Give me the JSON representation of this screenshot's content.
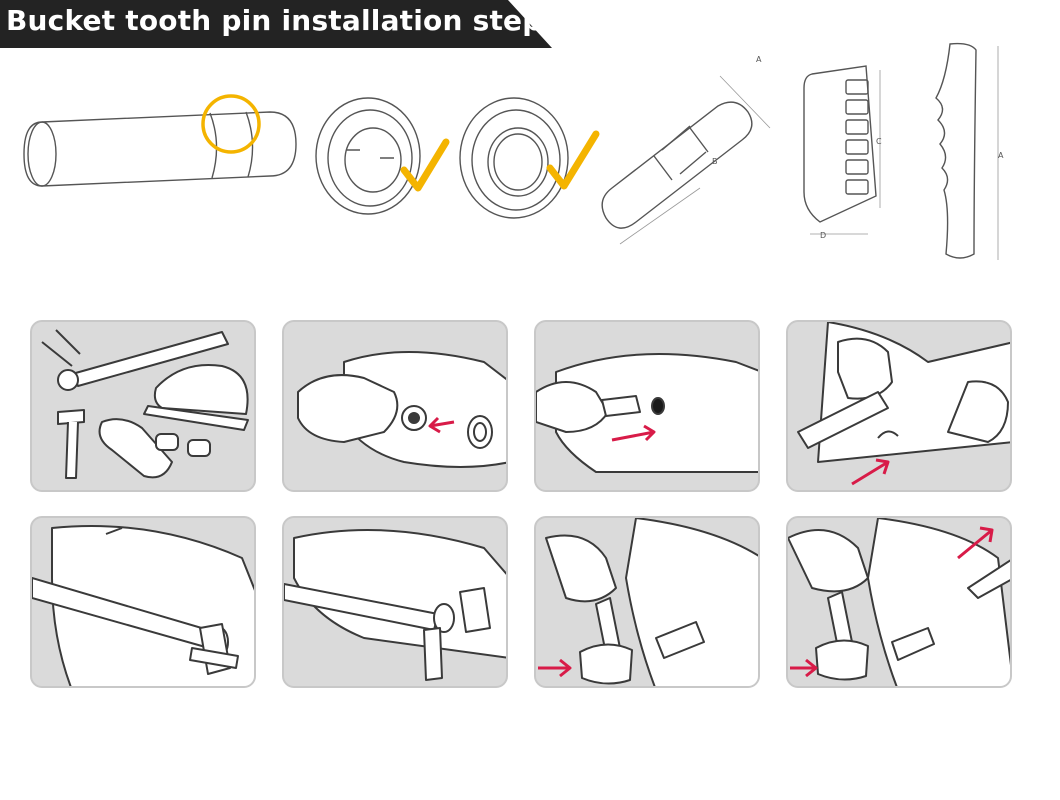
{
  "header": {
    "title": "Bucket tooth pin installation steps"
  },
  "dimension_labels": {
    "pin_length": "A",
    "pin_diameter": "B",
    "tooth_height": "C",
    "tooth_depth": "D",
    "side_top": "B",
    "side_height": "A"
  },
  "colors": {
    "banner": "#232323",
    "highlight": "#f4b400",
    "arrow": "#d81b48",
    "panel_bg": "#dadada",
    "line": "#3a3a3a"
  },
  "steps": [
    {
      "icon": "tools-and-safety-gear-icon"
    },
    {
      "icon": "insert-retainer-icon"
    },
    {
      "icon": "insert-tooth-icon"
    },
    {
      "icon": "align-tooth-icon"
    },
    {
      "icon": "position-pin-icon"
    },
    {
      "icon": "insert-pin-icon"
    },
    {
      "icon": "hammer-pin-icon"
    },
    {
      "icon": "drive-pin-through-icon"
    }
  ]
}
